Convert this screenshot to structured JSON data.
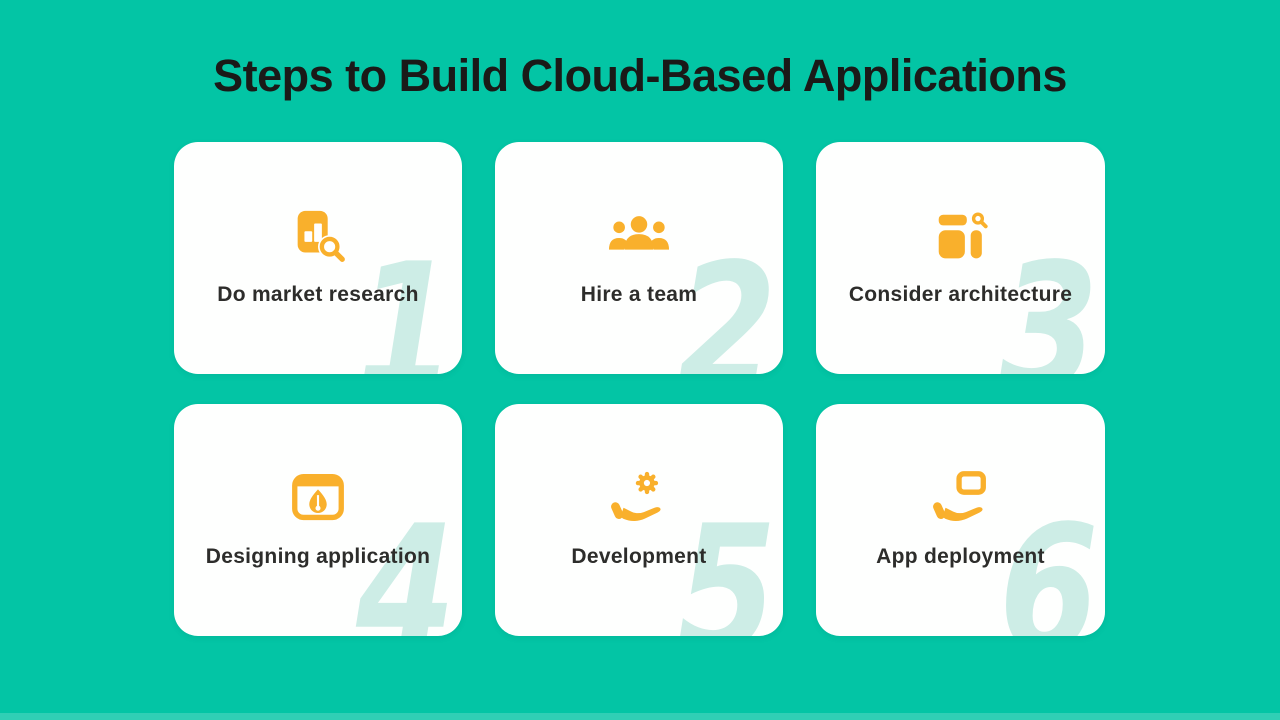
{
  "title": "Steps to Build Cloud-Based Applications",
  "colors": {
    "background": "#03C5A5",
    "card": "#FEFFFE",
    "yellow": "#F9B02C",
    "mint": "#CDEDE6",
    "title": "#1A1A18",
    "label": "#2D2D2B"
  },
  "steps": [
    {
      "number": "1",
      "label": "Do market research",
      "icon": "market-research-icon"
    },
    {
      "number": "2",
      "label": "Hire a team",
      "icon": "team-icon"
    },
    {
      "number": "3",
      "label": "Consider architecture",
      "icon": "architecture-icon"
    },
    {
      "number": "4",
      "label": "Designing application",
      "icon": "design-icon"
    },
    {
      "number": "5",
      "label": "Development",
      "icon": "development-icon"
    },
    {
      "number": "6",
      "label": "App deployment",
      "icon": "deployment-icon"
    }
  ]
}
